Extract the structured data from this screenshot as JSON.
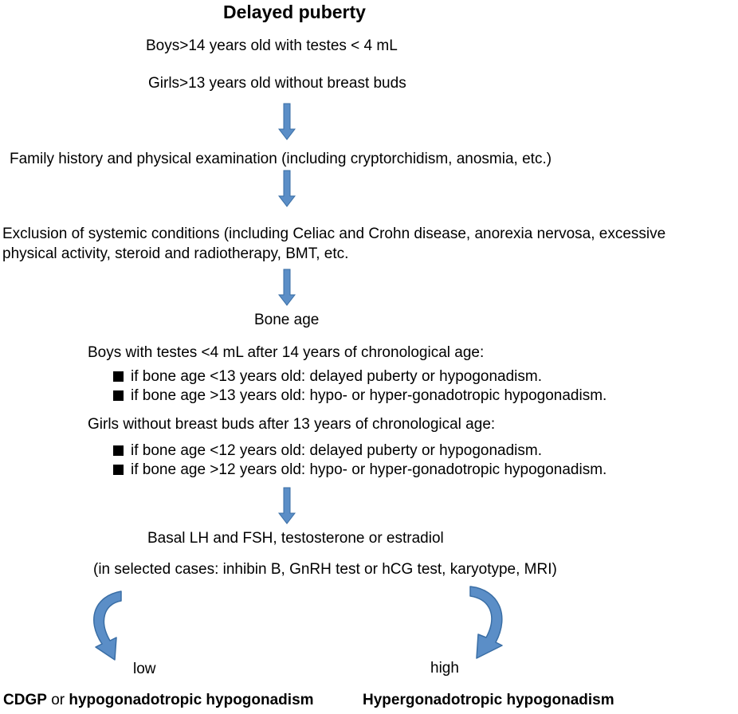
{
  "title": "Delayed puberty",
  "criteria": {
    "boys": "Boys>14 years old with testes < 4 mL",
    "girls": "Girls>13 years old without breast buds"
  },
  "step_history": "Family history and physical examination (including cryptorchidism, anosmia, etc.)",
  "step_exclusion": {
    "line1": "Exclusion of systemic conditions (including Celiac and Crohn disease, anorexia nervosa, excessive",
    "line2": "physical activity, steroid and radiotherapy, BMT, etc."
  },
  "step_bone_age": "Bone age",
  "bone_age_boys": {
    "heading": "Boys with testes <4 mL after 14 years of chronological age:",
    "bullets": [
      "if bone age <13 years old: delayed puberty or hypogonadism.",
      "if bone age >13 years old: hypo- or hyper-gonadotropic hypogonadism."
    ]
  },
  "bone_age_girls": {
    "heading": "Girls without breast buds after 13 years of chronological age:",
    "bullets": [
      "if bone age <12 years old: delayed puberty or hypogonadism.",
      "if bone age >12 years old: hypo- or hyper-gonadotropic hypogonadism."
    ]
  },
  "step_labs": {
    "line1": "Basal LH and FSH, testosterone or estradiol",
    "line2": "(in selected cases: inhibin B, GnRH test or hCG test, karyotype, MRI)"
  },
  "branches": {
    "low_label": "low",
    "high_label": "high",
    "low_outcome_a": "CDGP",
    "low_outcome_or": "or",
    "low_outcome_b": "hypogonadotropic hypogonadism",
    "high_outcome": "Hypergonadotropic hypogonadism"
  },
  "colors": {
    "arrow_fill": "#5b8ec7",
    "arrow_stroke": "#3a6ea5"
  }
}
